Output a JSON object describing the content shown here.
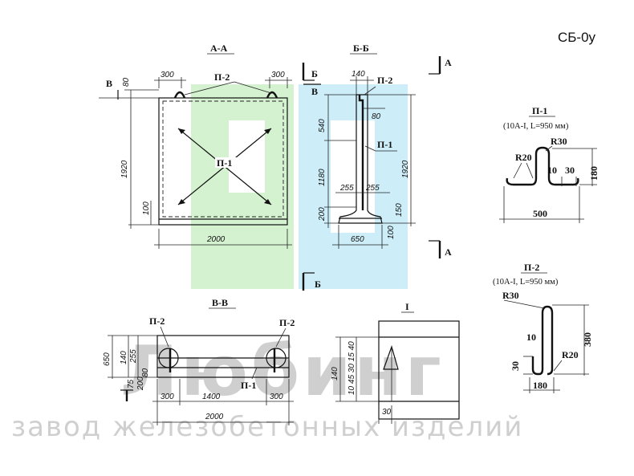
{
  "title": "СБ-0у",
  "sections": {
    "aa": "А-А",
    "bb": "Б-Б",
    "vv": "В-В",
    "one": "I"
  },
  "marks": {
    "a": "А",
    "b": "Б",
    "v": "В"
  },
  "p1": {
    "label": "П-1",
    "spec": "(10А-I, L=950 мм)",
    "r_top": "R30",
    "r_side": "R20",
    "d10": "10",
    "d30": "30",
    "height": "180",
    "length": "500"
  },
  "p2": {
    "label": "П-2",
    "spec": "(10А-I, L=950 мм)",
    "r_top": "R30",
    "r_side": "R20",
    "d10": "10",
    "d30": "30",
    "height": "380",
    "width": "180"
  },
  "dims": {
    "aa_left": "300",
    "aa_right": "300",
    "aa_top": "80",
    "aa_height": "1920",
    "aa_bottom": "100",
    "aa_width": "2000",
    "bb_top": "140",
    "bb_540": "540",
    "bb_1180": "1180",
    "bb_80": "80",
    "bb_255a": "255",
    "bb_255b": "255",
    "bb_200": "200",
    "bb_150": "150",
    "bb_100": "100",
    "bb_650": "650",
    "bb_1920": "1920",
    "vv_650": "650",
    "vv_140": "140",
    "vv_255": "255",
    "vv_80": "80",
    "vv_75": "75",
    "vv_200": "200",
    "vv_300a": "300",
    "vv_1400": "1400",
    "vv_300b": "300",
    "vv_2000": "2000",
    "i_140": "140",
    "i_stack": "10 45 30 15 40",
    "i_30": "30"
  },
  "watermark": {
    "logo_text": "Любинг",
    "tagline": "завод железобетонных изделий",
    "colors": [
      "#c9ecc4",
      "#bfe9f7",
      "#cfcfcf"
    ]
  }
}
